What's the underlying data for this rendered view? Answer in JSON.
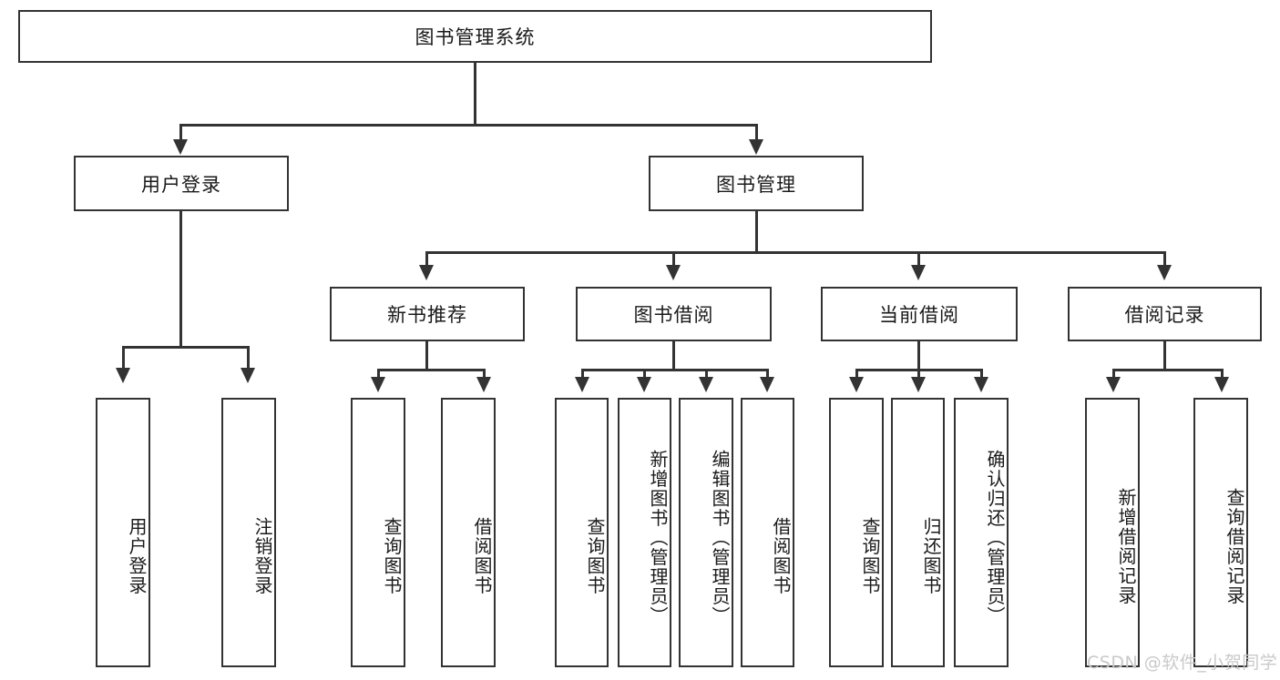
{
  "diagram": {
    "title": "图书管理系统",
    "type": "tree-hierarchy-chart",
    "root": {
      "label": "图书管理系统"
    },
    "level2": [
      {
        "label": "用户登录"
      },
      {
        "label": "图书管理"
      }
    ],
    "level3": [
      {
        "label": "新书推荐"
      },
      {
        "label": "图书借阅"
      },
      {
        "label": "当前借阅"
      },
      {
        "label": "借阅记录"
      }
    ],
    "leaves": {
      "user_login": [
        {
          "label": "用户登录"
        },
        {
          "label": "注销登录"
        }
      ],
      "new_book_recommend": [
        {
          "label": "查询图书"
        },
        {
          "label": "借阅图书"
        }
      ],
      "book_borrow": [
        {
          "label": "查询图书"
        },
        {
          "label": "新增图书（管理员）"
        },
        {
          "label": "编辑图书（管理员）"
        },
        {
          "label": "借阅图书"
        }
      ],
      "current_borrow": [
        {
          "label": "查询图书"
        },
        {
          "label": "归还图书"
        },
        {
          "label": "确认归还（管理员）"
        }
      ],
      "borrow_record": [
        {
          "label": "新增借阅记录"
        },
        {
          "label": "查询借阅记录"
        }
      ]
    }
  },
  "watermark": {
    "text": "CSDN @软件_小贺同学"
  },
  "colors": {
    "stroke": "#333333",
    "fill": "#ffffff",
    "text": "#1a1a1a",
    "watermark": "#c9c9c9"
  }
}
